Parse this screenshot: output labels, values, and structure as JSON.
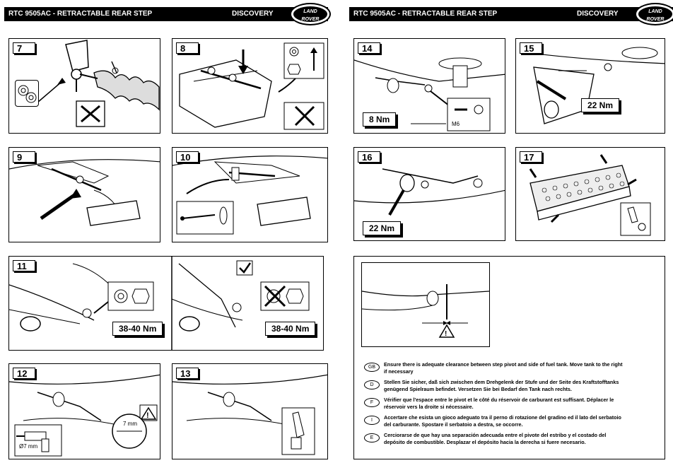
{
  "left_page": {
    "header_title": "RTC 9505AC - RETRACTABLE REAR STEP",
    "header_model": "DISCOVERY",
    "logo_text": [
      "LAND",
      "ROVER"
    ],
    "steps": {
      "s7": {
        "num": "7"
      },
      "s8": {
        "num": "8"
      },
      "s9": {
        "num": "9"
      },
      "s10": {
        "num": "10"
      },
      "s11": {
        "num": "11",
        "torque_a": "38-40 Nm",
        "torque_b": "38-40 Nm"
      },
      "s12": {
        "num": "12",
        "drill_label": "Ø7 mm",
        "gap_label": "7 mm"
      },
      "s13": {
        "num": "13"
      }
    }
  },
  "right_page": {
    "header_title": "RTC 9505AC - RETRACTABLE REAR STEP",
    "header_model": "DISCOVERY",
    "logo_text": [
      "LAND",
      "ROVER"
    ],
    "steps": {
      "s14": {
        "num": "14",
        "torque": "8 Nm",
        "bolt_label": "M6"
      },
      "s15": {
        "num": "15",
        "torque": "22 Nm"
      },
      "s16": {
        "num": "16",
        "torque": "22 Nm"
      },
      "s17": {
        "num": "17"
      }
    },
    "instructions": [
      {
        "code": "GB",
        "text": "Ensure there is adequate clearance between step pivot and side of fuel tank. Move tank to the right if necessary"
      },
      {
        "code": "D",
        "text": "Stellen Sie sicher, daß sich zwischen dem Drehgelenk der Stufe und der Seite des Kraftstofftanks genügend Spielraum  befindet. Versetzen Sie bei Bedarf den Tank nach rechts."
      },
      {
        "code": "F",
        "text": "Vérifier que l'espace entre le pivot et le côté du réservoir de carburant est suffisant. Déplacer le réservoir vers la droite si nécessaire."
      },
      {
        "code": "I",
        "text": "Accertare che esista un gioco adeguato tra il perno di rotazione del gradino ed il lato del serbatoio del carburante. Spostare il serbatoio a destra, se occorre."
      },
      {
        "code": "E",
        "text": "Cerciorarse de que hay una separación adecuada entre el pivote del estribo y el costado del depósito de combustible.  Desplazar el depósito hacia la derecha si fuere necesario."
      }
    ]
  }
}
